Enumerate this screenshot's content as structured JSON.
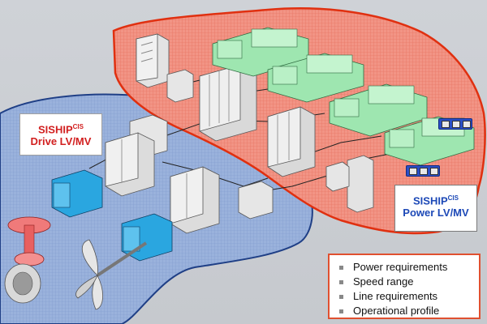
{
  "drive_label": {
    "title": "SISHIP",
    "superscript": "CIS",
    "subtitle": "Drive LV/MV"
  },
  "power_label": {
    "title": "SISHIP",
    "superscript": "CIS",
    "subtitle": "Power LV/MV"
  },
  "requirements": {
    "items": [
      "Power requirements",
      "Speed range",
      "Line requirements",
      "Operational profile"
    ]
  },
  "colors": {
    "drive_zone": "#8fa8d8",
    "drive_border": "#1f3f86",
    "power_zone": "#ee7a6a",
    "power_border": "#e03010",
    "machine_green": "#9ee6b0",
    "motor_blue": "#2aa6e0",
    "cabinet": "#e6e6e6",
    "label_blue": "#1d49b7",
    "label_red": "#d22020"
  },
  "icons": [
    "switchgear-cabinet-icon",
    "generator-set-icon",
    "electric-motor-icon",
    "propeller-icon",
    "thruster-icon",
    "control-panel-icon"
  ]
}
